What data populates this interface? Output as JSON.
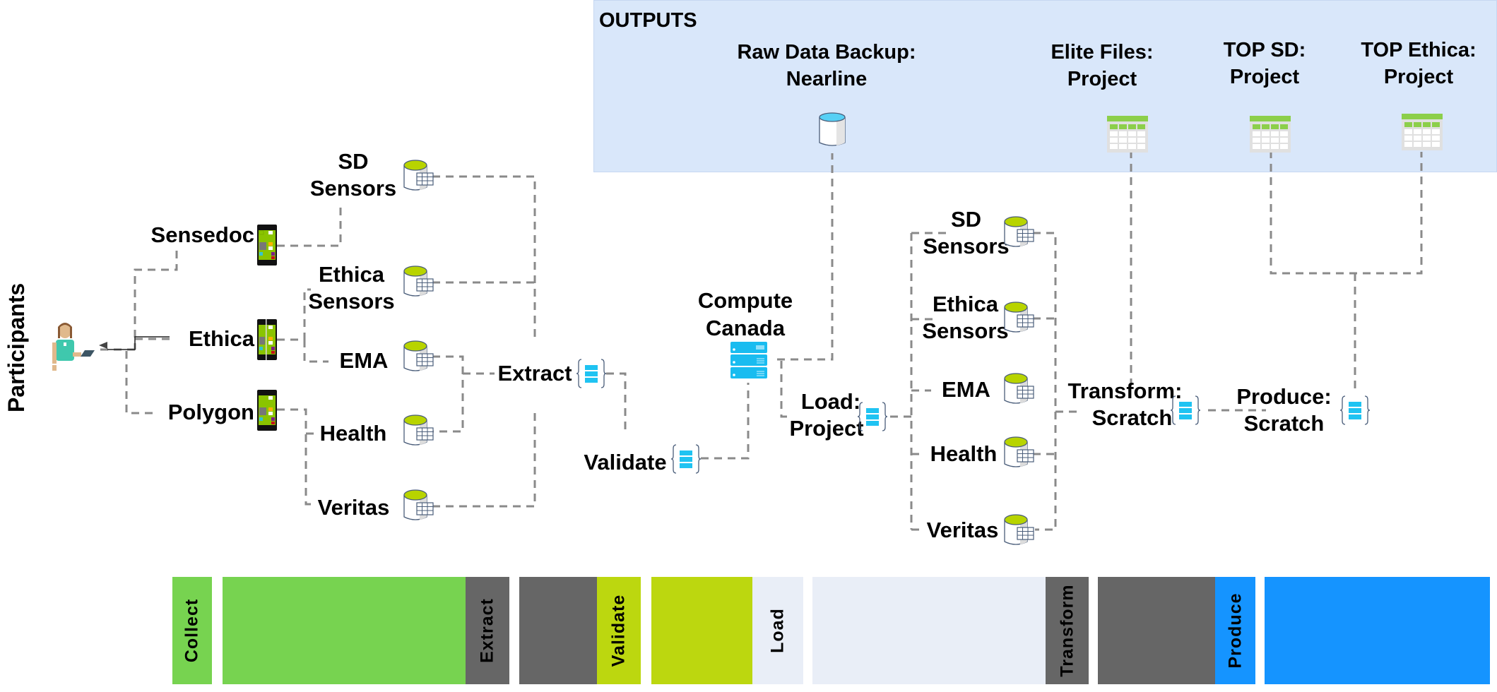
{
  "outputs": {
    "title": "OUTPUTS",
    "items": [
      {
        "line1": "Raw Data Backup:",
        "line2": "Nearline",
        "icon": "database-cylinder-icon"
      },
      {
        "line1": "Elite Files:",
        "line2": "Project",
        "icon": "table-icon"
      },
      {
        "line1": "TOP SD:",
        "line2": "Project",
        "icon": "table-icon"
      },
      {
        "line1": "TOP Ethica:",
        "line2": "Project",
        "icon": "table-icon"
      }
    ]
  },
  "participants": {
    "label": "Participants",
    "icon": "person-with-tablet-icon"
  },
  "devices": [
    {
      "label": "Sensedoc",
      "icon": "phone-icon"
    },
    {
      "label": "Ethica",
      "icon": "phone-icon"
    },
    {
      "label": "Polygon",
      "icon": "phone-icon"
    }
  ],
  "raw_sources": [
    {
      "line1": "SD",
      "line2": "Sensors"
    },
    {
      "line1": "Ethica",
      "line2": "Sensors"
    },
    {
      "line1": "EMA",
      "line2": ""
    },
    {
      "line1": "Health",
      "line2": ""
    },
    {
      "line1": "Veritas",
      "line2": ""
    }
  ],
  "steps": {
    "extract": "Extract",
    "validate": "Validate",
    "compute_line1": "Compute",
    "compute_line2": "Canada",
    "load_line1": "Load:",
    "load_line2": "Project",
    "transform_line1": "Transform:",
    "transform_line2": "Scratch",
    "produce_line1": "Produce:",
    "produce_line2": "Scratch"
  },
  "loaded_sources": [
    {
      "line1": "SD",
      "line2": "Sensors"
    },
    {
      "line1": "Ethica",
      "line2": "Sensors"
    },
    {
      "line1": "EMA",
      "line2": ""
    },
    {
      "line1": "Health",
      "line2": ""
    },
    {
      "line1": "Veritas",
      "line2": ""
    }
  ],
  "timeline": [
    {
      "label": "Collect",
      "color": "#77d350",
      "text_color": "#000000"
    },
    {
      "label": "Extract",
      "color": "#666666",
      "text_color": "#000000"
    },
    {
      "label": "Validate",
      "color": "#bcd70f",
      "text_color": "#000000"
    },
    {
      "label": "Load",
      "color": "#e9eef7",
      "text_color": "#000000"
    },
    {
      "label": "Transform",
      "color": "#666666",
      "text_color": "#000000"
    },
    {
      "label": "Produce",
      "color": "#1594ff",
      "text_color": "#000000"
    }
  ],
  "colors": {
    "panel_bg": "#d9e7fa",
    "wire": "#8a8a8a",
    "db_top": "#b8d400",
    "server": "#19bcf0",
    "table_header": "#8ccf4a"
  }
}
